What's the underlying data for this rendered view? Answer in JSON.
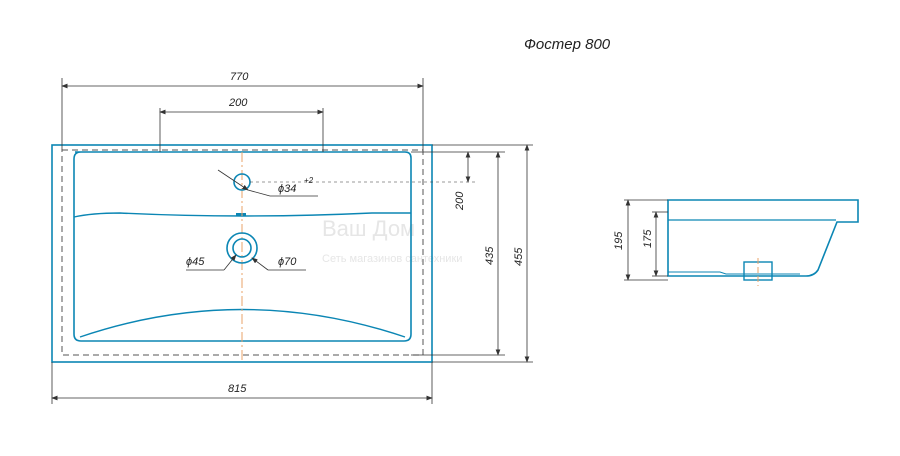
{
  "title": "Фостер 800",
  "dimensions": {
    "inner_width": "770",
    "tap_span": "200",
    "tap_hole": "ϕ34",
    "tap_tolerance": "+2",
    "drain_inner": "ϕ45",
    "drain_outer": "ϕ70",
    "outer_width": "815",
    "depth_to_tap": "200",
    "inner_depth": "435",
    "outer_depth": "455",
    "side_height_outer": "195",
    "side_height_inner": "175"
  },
  "watermark": {
    "line1": "Ваш Дом",
    "line2": "Сеть магазинов сантехники"
  },
  "colors": {
    "outline": "#0b86b4",
    "dimension": "#333333",
    "centerline": "#e8a36a"
  }
}
